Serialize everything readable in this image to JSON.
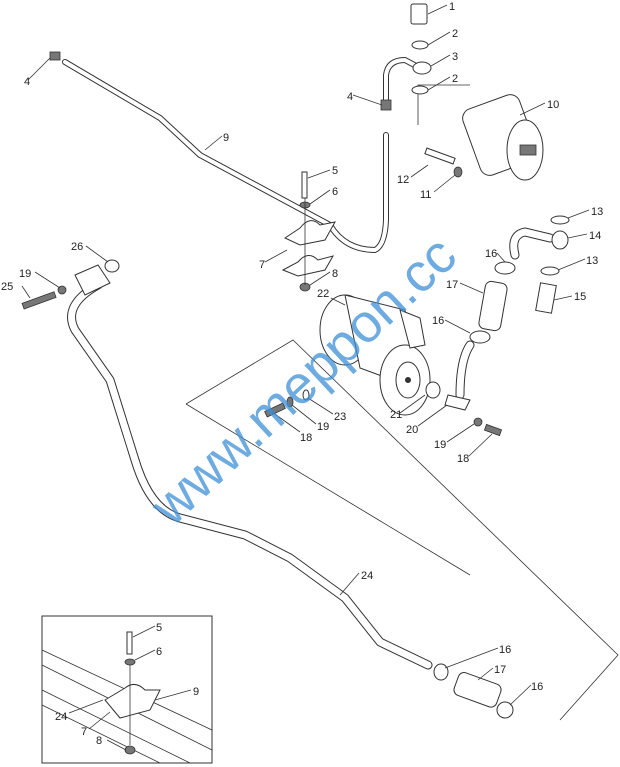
{
  "diagram": {
    "watermark": "www.meppon.cc",
    "callouts": [
      "1",
      "2",
      "3",
      "2",
      "4",
      "4",
      "10",
      "9",
      "5",
      "6",
      "12",
      "11",
      "13",
      "14",
      "26",
      "16",
      "13",
      "7",
      "8",
      "19",
      "25",
      "17",
      "22",
      "15",
      "16",
      "21",
      "23",
      "19",
      "18",
      "20",
      "19",
      "18",
      "24",
      "5",
      "6",
      "9",
      "24",
      "7",
      "8",
      "16",
      "17",
      "16"
    ],
    "colors": {
      "line": "#333333",
      "watermark": "#3d8fd8"
    }
  }
}
